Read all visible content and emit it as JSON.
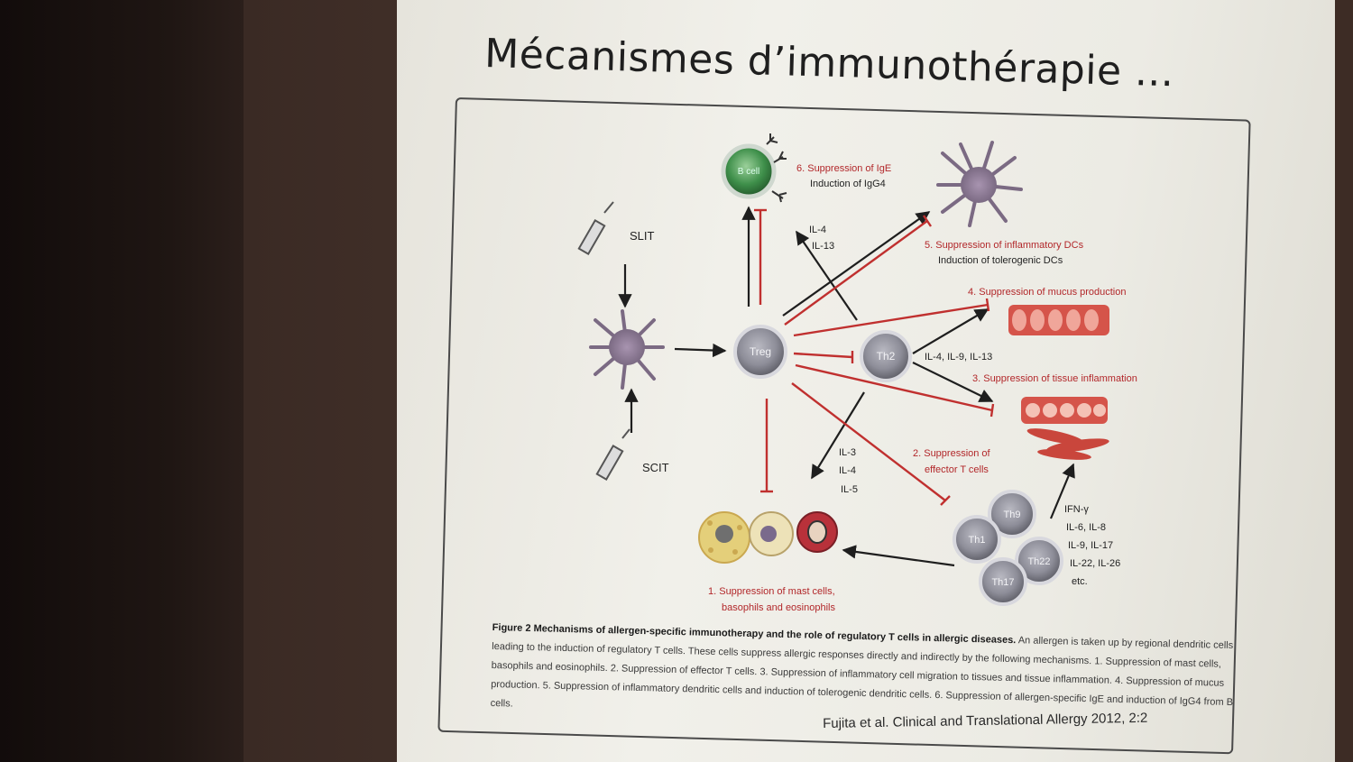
{
  "slide": {
    "title": "Mécanismes d’immunothérapie ...",
    "credit": "Fujita et al. Clinical and Translational Allergy 2012, 2:2"
  },
  "cells": {
    "b_cell": "B cell",
    "treg": "Treg",
    "th2": "Th2",
    "th9": "Th9",
    "th1": "Th1",
    "th22": "Th22",
    "th17": "Th17"
  },
  "routes": {
    "slit": "SLIT",
    "scit": "SCIT"
  },
  "cytokines": {
    "il4": "IL-4",
    "il13": "IL-13",
    "th2_out": "IL-4, IL-9, IL-13",
    "il3": "IL-3",
    "il4b": "IL-4",
    "il5": "IL-5",
    "effector_lines": [
      "IFN-γ",
      "IL-6, IL-8",
      "IL-9, IL-17",
      "IL-22, IL-26",
      "etc."
    ]
  },
  "mechanisms": {
    "m6_line1": "6. Suppression of IgE",
    "m6_line2": "Induction of IgG4",
    "m5_line1": "5. Suppression of inflammatory DCs",
    "m5_line2": "Induction of tolerogenic DCs",
    "m4": "4. Suppression of mucus production",
    "m3": "3. Suppression of tissue inflammation",
    "m2_line1": "2. Suppression of",
    "m2_line2": "effector T cells",
    "m1_line1": "1. Suppression of mast cells,",
    "m1_line2": "basophils and eosinophils"
  },
  "caption": {
    "heading": "Figure 2 Mechanisms of allergen-specific immunotherapy and the role of regulatory T cells in allergic diseases.",
    "body": "An allergen is taken up by regional dendritic cells leading to the induction of regulatory T cells. These cells suppress allergic responses directly and indirectly by the following mechanisms. 1. Suppression of mast cells, basophils and eosinophils. 2. Suppression of effector T cells. 3. Suppression of inflammatory cell migration to tissues and tissue inflammation. 4. Suppression of mucus production. 5. Suppression of inflammatory dendritic cells and induction of tolerogenic dendritic cells. 6. Suppression of allergen-specific IgE and induction of IgG4 from B cells."
  },
  "colors": {
    "red_inhibit": "#c0302f",
    "black_arrow": "#1e1e1e",
    "mechanism_text": "#b2272a"
  }
}
